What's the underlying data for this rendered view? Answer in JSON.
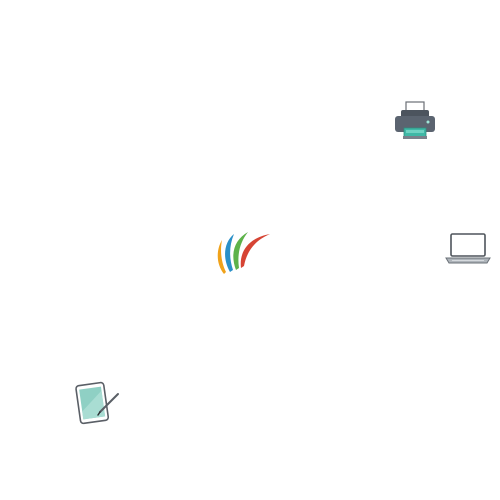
{
  "diagram": {
    "nodes": [
      {
        "id": "logo",
        "icon": "swirl-logo-icon"
      },
      {
        "id": "printer",
        "icon": "printer-icon"
      },
      {
        "id": "laptop",
        "icon": "laptop-icon"
      },
      {
        "id": "tablet",
        "icon": "tablet-stylus-icon"
      }
    ],
    "colors": {
      "logo_orange": "#f0a21a",
      "logo_blue": "#2a90c8",
      "logo_green": "#5db24a",
      "logo_red": "#d64434",
      "printer_body": "#5b6470",
      "printer_tray": "#3fb8a6",
      "device_outline": "#5a5f66",
      "tablet_screen": "#8fd0c4"
    }
  }
}
